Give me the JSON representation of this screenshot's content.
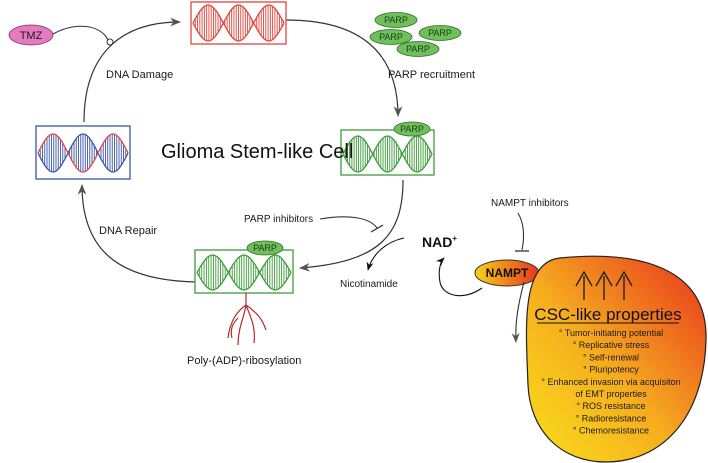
{
  "title": "Glioma Stem-like Cell",
  "tmz": "TMZ",
  "parp": "PARP",
  "nad": "NAD",
  "nad_superscript": "+",
  "nampt": "NAMPT",
  "labels": {
    "dna_damage": "DNA Damage",
    "parp_recruitment": "PARP recruitment",
    "dna_repair": "DNA Repair",
    "parp_inhibitors": "PARP inhibitors",
    "nampt_inhibitors": "NAMPT inhibitors",
    "nicotinamide": "Nicotinamide",
    "poly_adp": "Poly-(ADP)-ribosylation"
  },
  "csc": {
    "title": "CSC-like properties",
    "items": [
      "Tumor-initiating potential",
      "Replicative stress",
      "Self-renewal",
      "Pluripotency",
      "Enhanced invasion via acquisiton",
      "of EMT properties",
      "ROS resistance",
      "Radioresistance",
      "Chemoresistance"
    ]
  },
  "colors": {
    "tmz_fill": "#e47ac0",
    "parp_fill": "#6fbf5a",
    "box_red": "#e0463c",
    "box_green": "#3e9c3a",
    "box_blue": "#3a55a8",
    "csc_red": "#e8321e",
    "csc_yellow": "#f7d21c",
    "nampt_red": "#e8321e",
    "nampt_yellow": "#f8d21a"
  }
}
